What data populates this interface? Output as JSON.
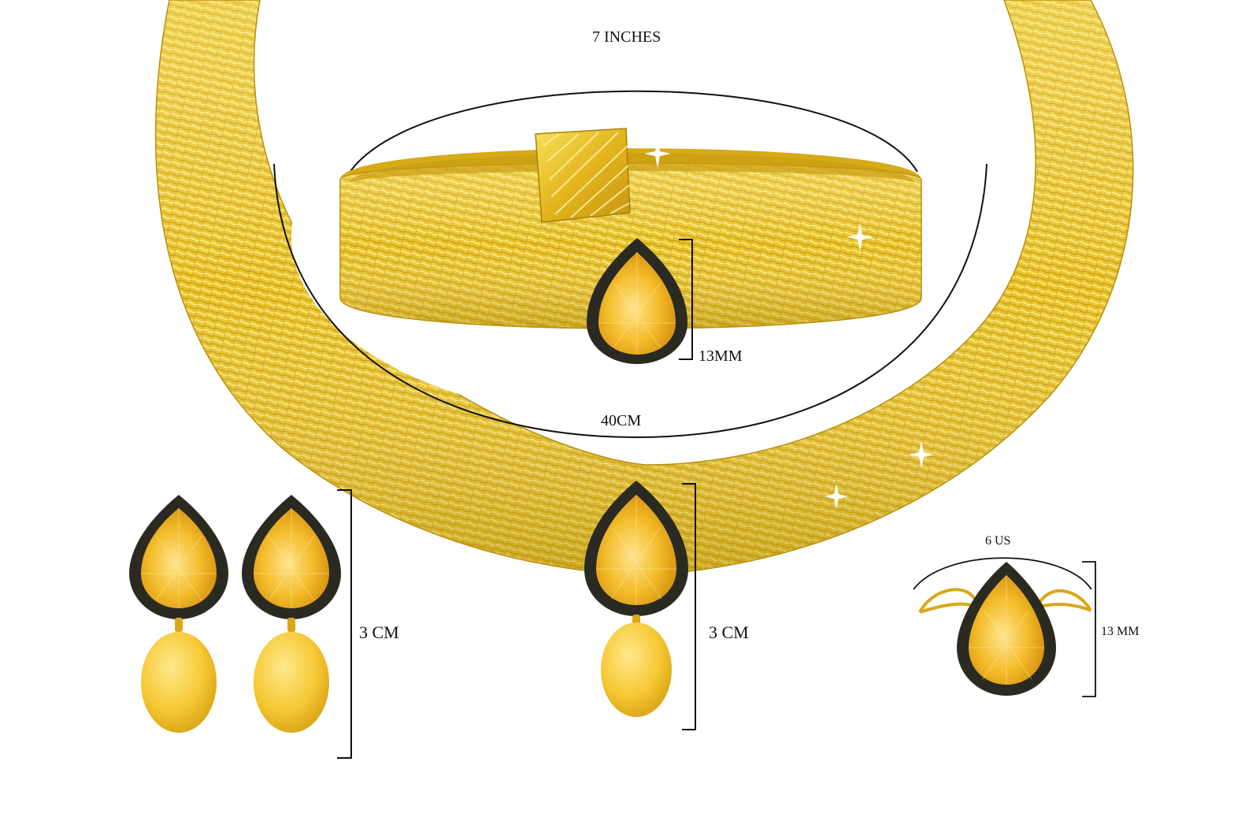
{
  "labels": {
    "bracelet_length": "7 INCHES",
    "necklace_length": "40CM",
    "bracelet_width": "13MM",
    "earring_length": "3 CM",
    "pendant_length": "3 CM",
    "ring_size": "6 US",
    "ring_height": "13 MM"
  },
  "colors": {
    "gold": "#e7c22a",
    "gold_dark": "#b8900f",
    "gold_light": "#f7e46a",
    "citrine": "#f0b21c",
    "citrine_light": "#ffd867",
    "halo": "#2b2a22",
    "pearl": "#f3c733",
    "pearl_light": "#ffe88a",
    "line": "#111111"
  }
}
